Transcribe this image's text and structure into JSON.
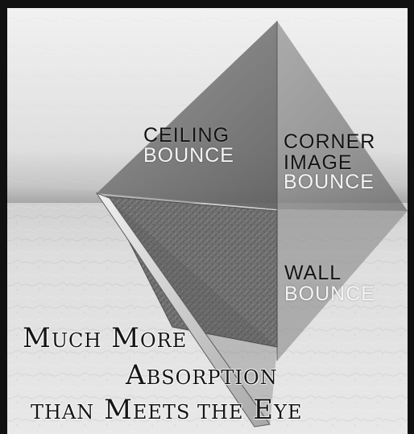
{
  "labels": {
    "ceiling": {
      "line1": "CEILING",
      "line2": "BOUNCE"
    },
    "corner": {
      "line1": "CORNER",
      "line2": "IMAGE",
      "line3": "BOUNCE"
    },
    "wall": {
      "line1": "WALL",
      "line2": "BOUNCE"
    }
  },
  "caption": {
    "line1_big_1": "M",
    "line1_small_1": "UCH",
    "line1_big_2": " M",
    "line1_small_2": "ORE",
    "line2_big_1": "A",
    "line2_small_1": "BSORPTION",
    "line3_small_1": "THAN",
    "line3_big_1": " M",
    "line3_small_2": "EETS",
    "line3_small_3": " THE",
    "line3_big_2": " E",
    "line3_small_4": "YE"
  },
  "colors": {
    "frame": "#111111",
    "ceiling": "#e6e6e6",
    "wall": "#d8d8d8",
    "highlight_overlay": "#7d7d7d",
    "panel_fabric": "#7a7a7a"
  }
}
